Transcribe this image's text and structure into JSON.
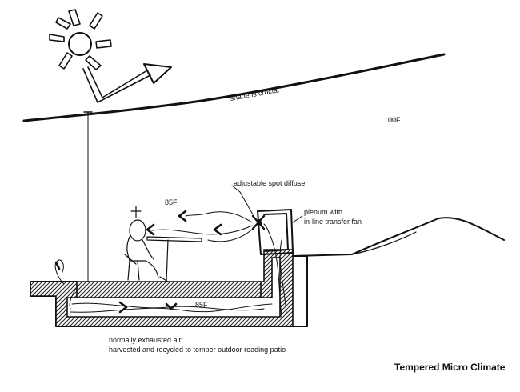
{
  "labels": {
    "shade": "shade is crucial",
    "outside_temp": "100F",
    "diffuser": "adjustable spot diffuser",
    "plenum_line1": "plenum with",
    "plenum_line2": "in-line transfer fan",
    "room_temp": "85F",
    "duct_temp": "85F",
    "exhaust_line1": "normally exhausted air;",
    "exhaust_line2": "harvested and recycled to temper outdoor reading patio",
    "caption": "Tempered Micro Climate"
  }
}
